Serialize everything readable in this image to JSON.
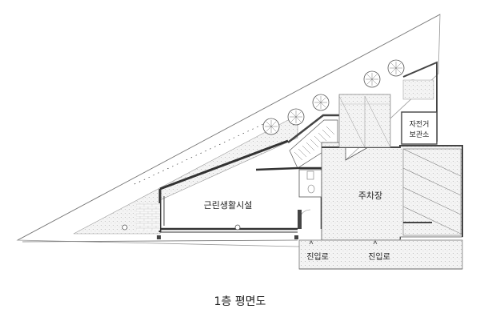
{
  "plan": {
    "rooms": {
      "retail": "근린생활시설",
      "parking": "주차장",
      "bike_storage_line1": "자전거",
      "bike_storage_line2": "보관소"
    },
    "entrances": [
      "진입로",
      "진입로"
    ]
  },
  "caption": "1층 평면도"
}
